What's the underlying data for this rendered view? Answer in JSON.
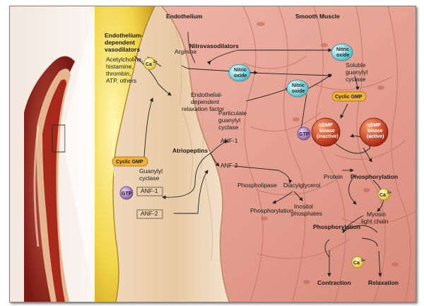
{
  "diagram": {
    "regions": {
      "endothelium": "Endothelium",
      "smooth_muscle": "Smooth Muscle"
    },
    "endothelium_labels": {
      "vasodilators_title": "Endothelium-dependent vasodilators",
      "vasodilators_list": "Acetylcholine, histamine, thrombin, ATP, others",
      "arginine": "Arginine",
      "edrf": "Endothelial-dependent relaxation factor",
      "ca": "Ca",
      "cyclic_gmp": "Cyclic GMP",
      "gtp": "GTP",
      "guanylyl_cyclase": "Guanylyl cyclase",
      "anf1": "ANF-1",
      "anf2": "ANF-2",
      "atriopeptins": "Atriopeptins"
    },
    "muscle_labels": {
      "nitrovasodilators": "Nitrovasodilators",
      "nitric_oxide": "Nitric oxide",
      "soluble_gc": "Soluble guanylyl cyclase",
      "particulate_gc": "Particulate guanylyl cyclase",
      "anf1": "ANF-1",
      "anf2": "ANF-2",
      "cyclic_gmp": "Cyclic GMP",
      "gtp": "GTP",
      "kinase_inactive": "cGMP kinase (inactive)",
      "kinase_active": "cGMP kinase (active)",
      "phospholipase": "Phospholipase",
      "diacylglycerol": "Diacylglycerol",
      "inositol": "Inositol phosphates",
      "phosphorylation": "Phosphorylation",
      "protein": "Protein",
      "ca": "Ca",
      "myosin": "Myosin light chain",
      "contraction": "Contraction",
      "relaxation": "Relaxation"
    }
  }
}
